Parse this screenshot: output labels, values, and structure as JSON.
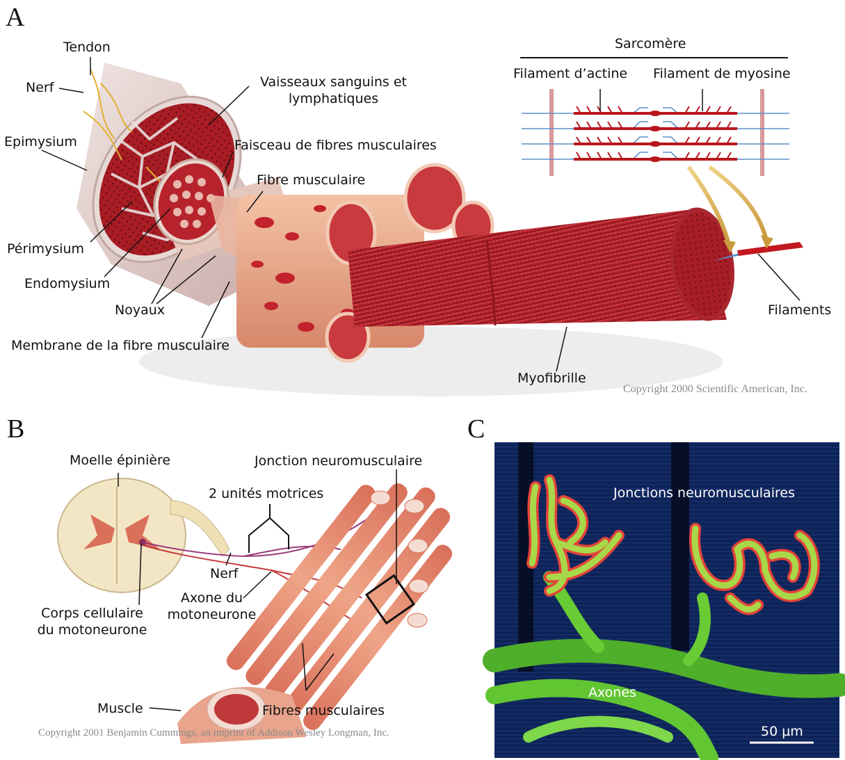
{
  "panels": {
    "a": {
      "letter": "A",
      "labels": {
        "tendon": "Tendon",
        "nerf": "Nerf",
        "epimysium": "Epimysium",
        "perimysium": "Périmysium",
        "endomysium": "Endomysium",
        "noyaux": "Noyaux",
        "membrane": "Membrane de la fibre musculaire",
        "vaisseaux_line1": "Vaisseaux sanguins et",
        "vaisseaux_line2": "lymphatiques",
        "faisceau": "Faisceau de fibres musculaires",
        "fibre": "Fibre musculaire",
        "myofibrille": "Myofibrille",
        "filaments": "Filaments",
        "sarcomere": "Sarcomère",
        "actine": "Filament d’actine",
        "myosine": "Filament de myosine"
      },
      "copyright": "Copyright 2000 Scientific American, Inc."
    },
    "b": {
      "letter": "B",
      "labels": {
        "moelle": "Moelle épinière",
        "jonction": "Jonction neuromusculaire",
        "unites": "2 unités motrices",
        "nerf": "Nerf",
        "axone_line1": "Axone du",
        "axone_line2": "motoneurone",
        "corps_line1": "Corps cellulaire",
        "corps_line2": "du motoneurone",
        "muscle": "Muscle",
        "fibres": "Fibres musculaires"
      },
      "copyright": "Copyright 2001 Benjamin Cummings, an imprint of Addison Wesley Longman, Inc."
    },
    "c": {
      "letter": "C",
      "labels": {
        "jonctions": "Jonctions neuromusculaires",
        "axones": "Axones",
        "scale": "50 µm"
      }
    }
  },
  "colors": {
    "muscle_red": "#b8202a",
    "muscle_light": "#e8a48c",
    "fascia": "#d9c6c0",
    "actin_blue": "#5b8fc9",
    "myosin_red": "#b8161c",
    "photo_bg": "#0e2356",
    "axon_green": "#6fd23a",
    "junction_red": "#e5443a",
    "spinal_cream": "#f3e6c4",
    "gray_matter": "#d9705a"
  }
}
